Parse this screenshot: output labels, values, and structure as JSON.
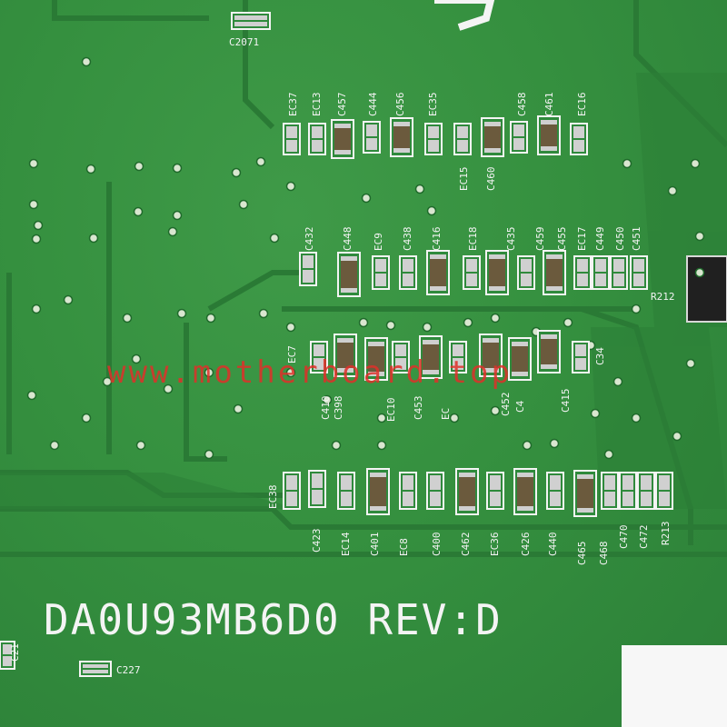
{
  "board": {
    "part_number": "DA0U93MB6D0 REV:D",
    "watermark": "www.motherboard.top",
    "colors": {
      "pcb": "#35903f",
      "trace": "#2a7a35",
      "silk": "#f4f4f4",
      "pad": "#c9c9c9",
      "watermark": "#e0302a"
    }
  },
  "labels": {
    "top": [
      "C2071",
      "EC37",
      "EC13",
      "C457",
      "C444",
      "C456",
      "EC35",
      "EC15",
      "C460",
      "C458",
      "C461",
      "EC16"
    ],
    "mid": [
      "C432",
      "C448",
      "EC9",
      "C438",
      "C416",
      "EC18",
      "C435",
      "C459",
      "C455",
      "EC17",
      "C449",
      "C450",
      "C451",
      "R212"
    ],
    "row3": [
      "EC7",
      "C410",
      "C398",
      "EC10",
      "C453",
      "EC",
      "C452",
      "C4",
      "C415",
      "C34"
    ],
    "bottom": [
      "EC38",
      "C423",
      "EC14",
      "C401",
      "EC8",
      "C400",
      "C462",
      "EC36",
      "C426",
      "C440",
      "C465",
      "C468",
      "C470",
      "C472",
      "R213"
    ],
    "left": [
      "C21",
      "C227"
    ]
  }
}
